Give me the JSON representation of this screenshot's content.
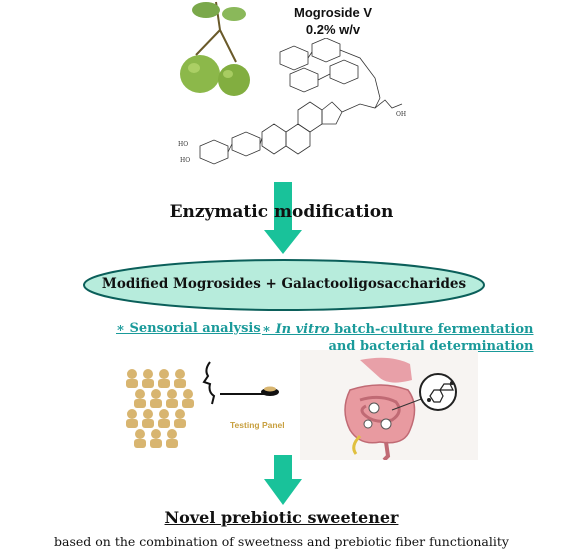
{
  "compound": {
    "name": "Mogroside V",
    "concentration": "0.2% w/v"
  },
  "steps": {
    "enzymatic": "Enzymatic modification"
  },
  "products": {
    "label": "Modified Mogrosides + Galactooligosaccharides"
  },
  "analyses": {
    "sensorial": "∗ Sensorial analysis",
    "invitro_italic": "In vitro",
    "invitro_prefix": "∗ ",
    "invitro_line1_rest": " batch-culture fermentation",
    "invitro_line2": "and bacterial determination"
  },
  "panel": {
    "label": "Testing Panel"
  },
  "result": {
    "title": "Novel prebiotic sweetener",
    "subtitle": "based on the combination of sweetness and prebiotic fiber functionality"
  },
  "colors": {
    "teal": "#1a9a9a",
    "arrow": "#19c29a",
    "ellipse_fill": "#b7ecdc",
    "panel_gold": "#d8b570"
  }
}
